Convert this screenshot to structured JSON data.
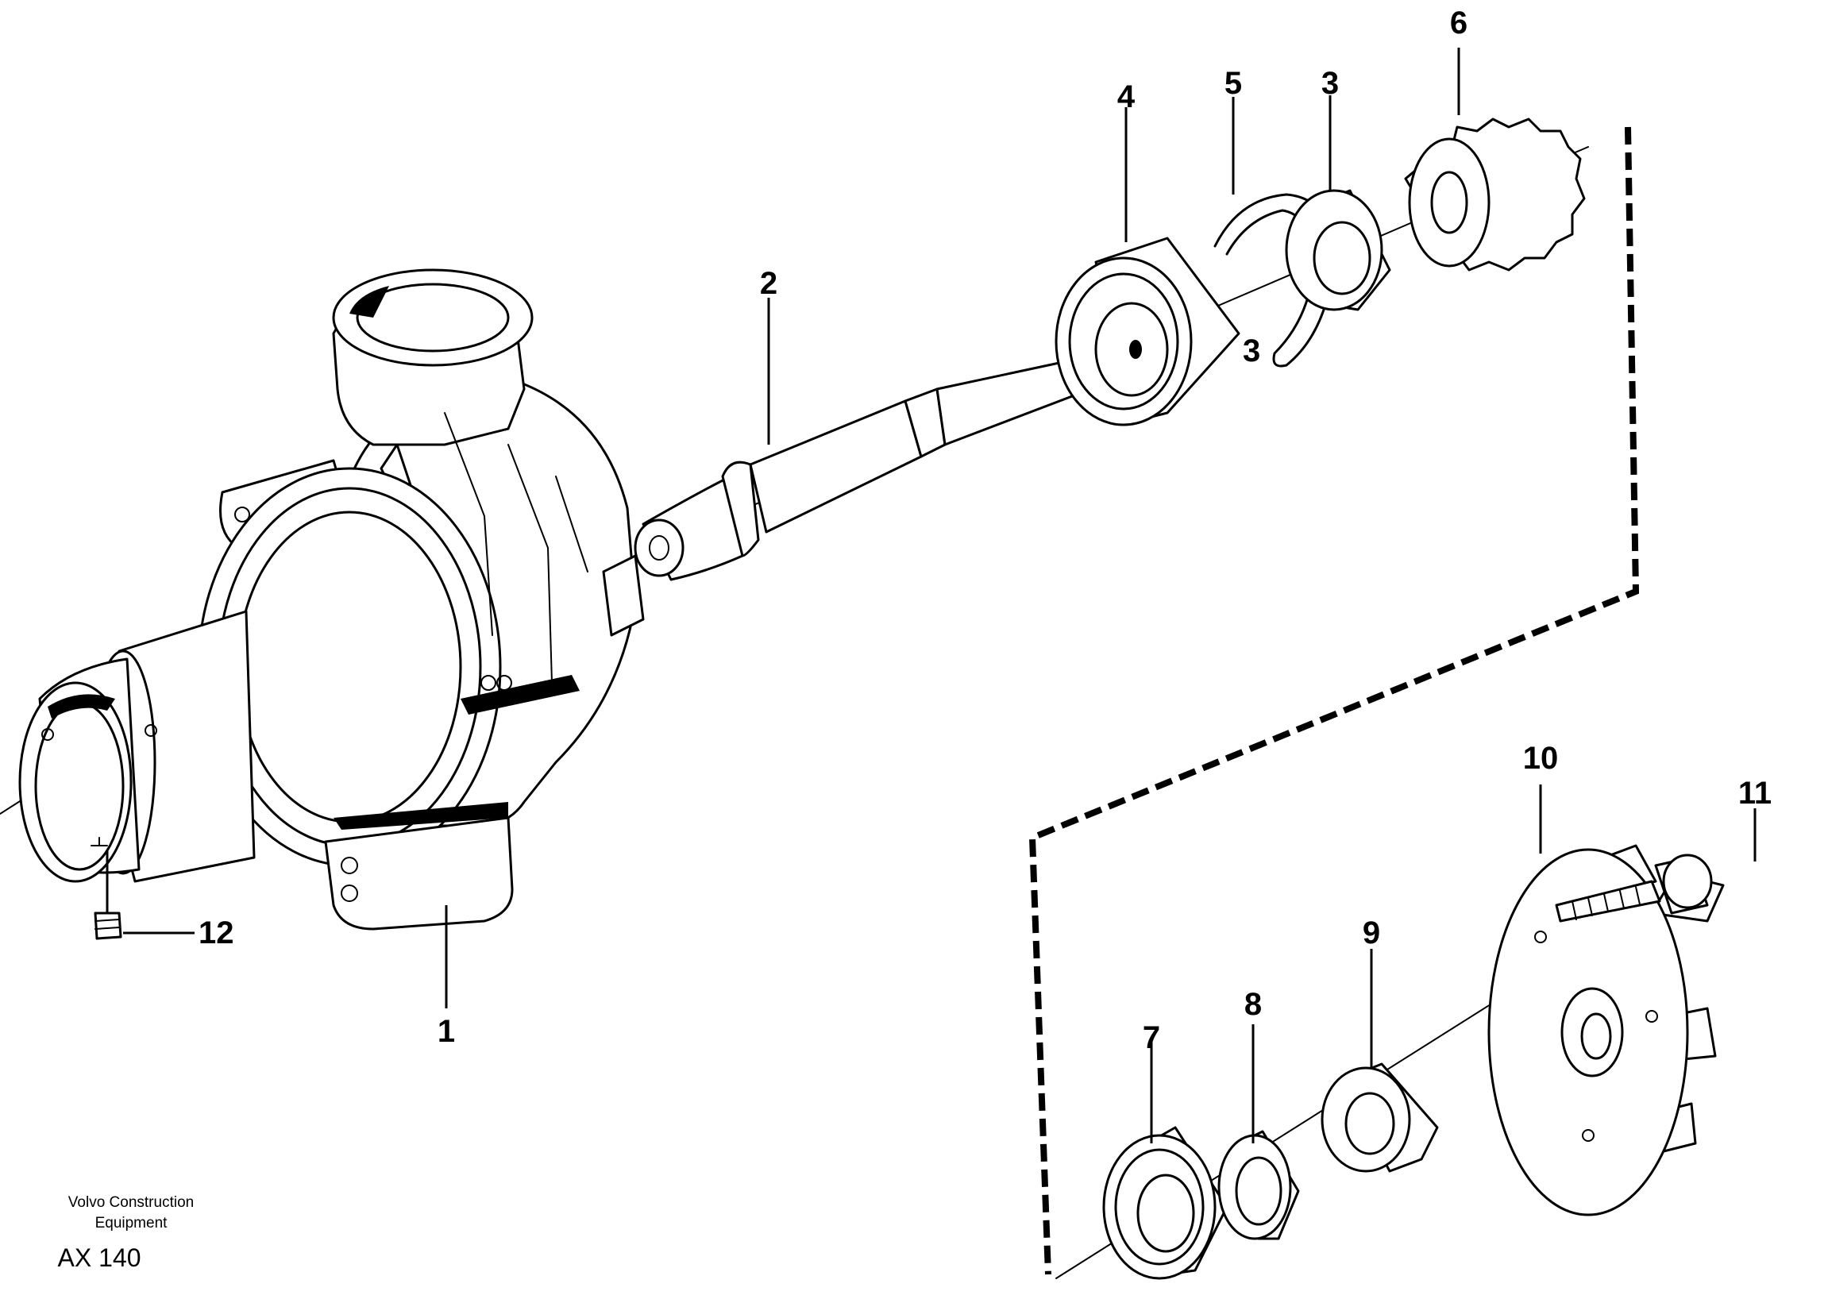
{
  "diagram": {
    "callouts": [
      "1",
      "2",
      "3",
      "4",
      "5",
      "6",
      "7",
      "8",
      "9",
      "10",
      "11",
      "12"
    ],
    "stamped_mark": "3"
  },
  "credit": {
    "line1": "Volvo Construction",
    "line2": "Equipment",
    "code": "AX 140"
  }
}
